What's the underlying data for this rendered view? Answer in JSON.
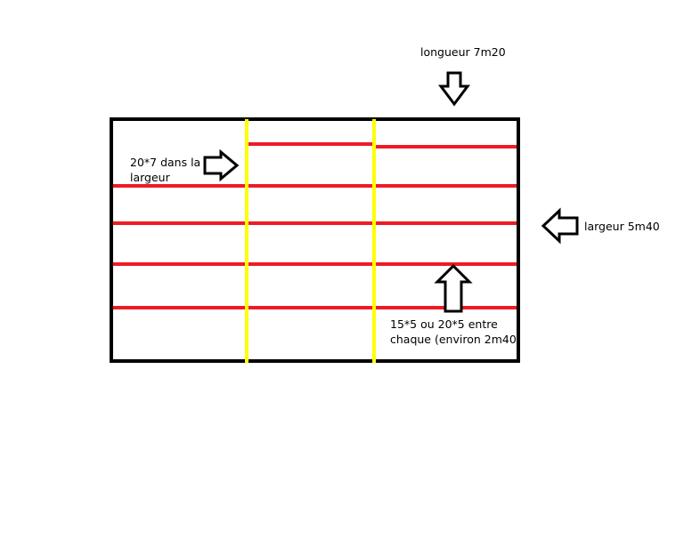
{
  "labels": {
    "longueur": "longueur 7m20",
    "largeur": "largeur 5m40",
    "beams_line1": "20*7 dans la",
    "beams_line2": "largeur",
    "spacing_line1": "15*5 ou 20*5 entre",
    "spacing_line2": "chaque (environ 2m40)"
  },
  "colors": {
    "frame": "#000000",
    "beam": "#ed1c24",
    "post": "#ffff00",
    "arrow_fill": "#ffffff",
    "arrow_stroke": "#000000"
  },
  "icons": {
    "down_arrow": "arrow-down-icon",
    "left_arrow": "arrow-left-icon",
    "right_arrow": "arrow-right-icon",
    "up_arrow": "arrow-up-icon"
  }
}
